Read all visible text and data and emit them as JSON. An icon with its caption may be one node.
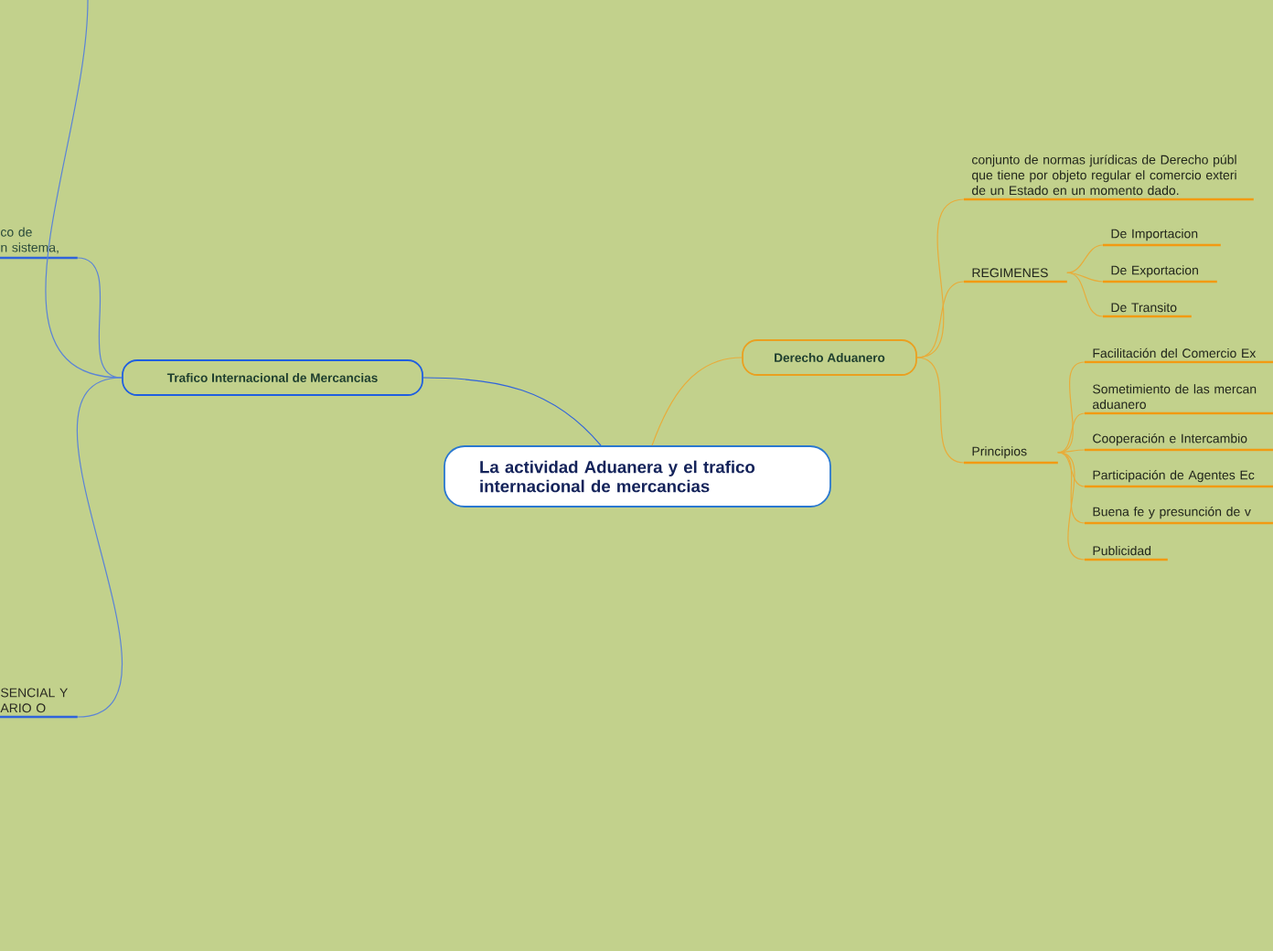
{
  "diagram": {
    "nodes": [
      {
        "text": [
          "La actividad Aduanera y el trafico internacional de mercancias"
        ]
      },
      {
        "text": [
          "Trafico Internacional de Mercancias"
        ]
      },
      {
        "text": [
          "co de n sistema,"
        ]
      },
      {
        "text": [
          "SENCIAL Y ARIO O"
        ]
      },
      {
        "text": [
          "Derecho Aduanero"
        ]
      },
      {
        "text": [
          "conjunto de normas jurídicas de Derecho públ que tiene por objeto regular el comercio exteri de un Estado en  un momento dado."
        ]
      },
      {
        "text": [
          "REGIMENES"
        ]
      },
      {
        "text": [
          "De Importacion"
        ]
      },
      {
        "text": [
          "De Exportacion"
        ]
      },
      {
        "text": [
          "De Transito"
        ]
      },
      {
        "text": [
          "Principios"
        ]
      },
      {
        "text": [
          "Facilitación del Comercio Ex"
        ]
      },
      {
        "text": [
          "Sometimiento de las mercan aduanero"
        ]
      },
      {
        "text": [
          "Cooperación e Intercambio"
        ]
      },
      {
        "text": [
          "Participación de Agentes Ec"
        ]
      },
      {
        "text": [
          "Buena fe y presunción de v"
        ]
      },
      {
        "text": [
          "Publicidad"
        ]
      }
    ],
    "edges": [
      {
        "from": 0,
        "to": 1,
        "arrow": "none",
        "color": "#2f63dc"
      },
      {
        "from": 1,
        "to": 2,
        "arrow": "none",
        "color": "#5b84d6"
      },
      {
        "from": 1,
        "to": 3,
        "arrow": "none",
        "color": "#5b84d6"
      },
      {
        "from": null,
        "to": 1,
        "arrow": "none",
        "color": "#5b84d6"
      },
      {
        "from": 0,
        "to": 4,
        "arrow": "none"
      },
      {
        "from": 4,
        "to": 5,
        "arrow": "none"
      },
      {
        "from": 4,
        "to": 6,
        "arrow": "none"
      },
      {
        "from": 4,
        "to": 10,
        "arrow": "none"
      },
      {
        "from": 6,
        "to": 7,
        "arrow": "none"
      },
      {
        "from": 6,
        "to": 8,
        "arrow": "none"
      },
      {
        "from": 6,
        "to": 9,
        "arrow": "none"
      },
      {
        "from": 10,
        "to": 11,
        "arrow": "none"
      },
      {
        "from": 10,
        "to": 12,
        "arrow": "none"
      },
      {
        "from": 10,
        "to": 13,
        "arrow": "none"
      },
      {
        "from": 10,
        "to": 14,
        "arrow": "none"
      },
      {
        "from": 10,
        "to": 15,
        "arrow": "none"
      },
      {
        "from": 10,
        "to": 16,
        "arrow": "none"
      }
    ]
  }
}
